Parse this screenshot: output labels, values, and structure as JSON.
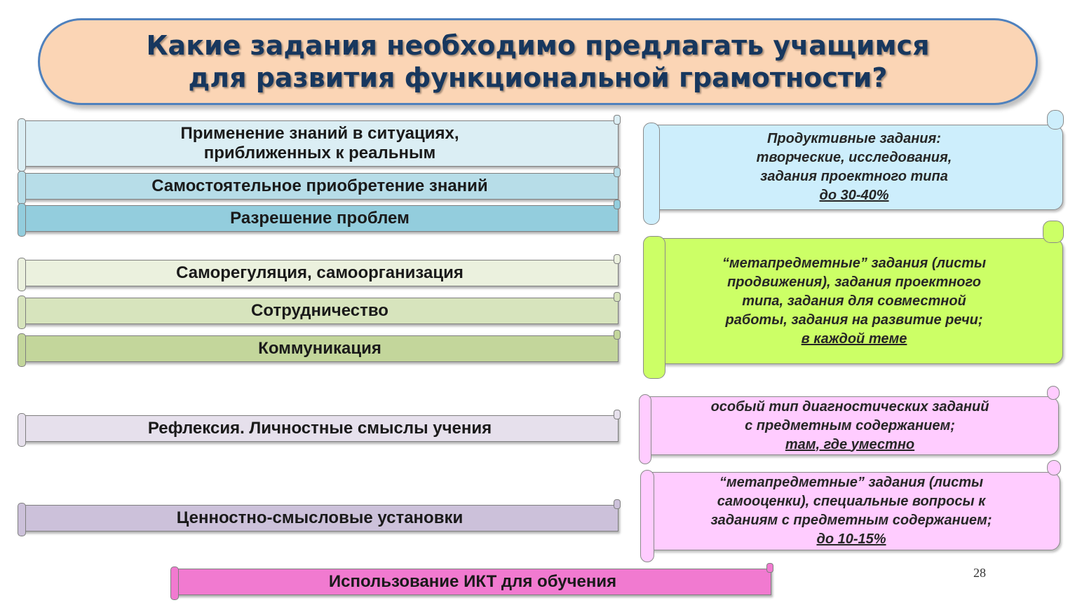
{
  "title": {
    "line1": "Какие задания необходимо предлагать учащимся",
    "line2": "для развития функциональной грамотности?"
  },
  "left_bars": [
    {
      "lines": [
        "Применение знаний в ситуациях,",
        "приближенных к реальным"
      ],
      "color": "#dbeef4"
    },
    {
      "lines": [
        "Самостоятельное приобретение знаний"
      ],
      "color": "#b7dde8"
    },
    {
      "lines": [
        "Разрешение проблем"
      ],
      "color": "#93cddd"
    },
    {
      "lines": [
        "Саморегуляция, самоорганизация"
      ],
      "color": "#ebf1de"
    },
    {
      "lines": [
        "Сотрудничество"
      ],
      "color": "#d7e4bd"
    },
    {
      "lines": [
        "Коммуникация"
      ],
      "color": "#c3d69b"
    },
    {
      "lines": [
        "Рефлексия. Личностные смыслы учения"
      ],
      "color": "#e6e0ec"
    },
    {
      "lines": [
        "Ценностно-смысловые установки"
      ],
      "color": "#ccc1da"
    }
  ],
  "bottom_bar": {
    "text": "Использование ИКТ для обучения",
    "color": "#f17ad0"
  },
  "right_scrolls": [
    {
      "lines": [
        "Продуктивные  задания:",
        "творческие,  исследования,",
        "задания проектного  типа"
      ],
      "underlined": "до 30-40% ",
      "color": "#cdeefc"
    },
    {
      "lines": [
        "“метапредметные”  задания  (листы",
        "продвижения),  задания  проектного",
        "типа, задания для совместной",
        "работы, задания на развитие  речи;"
      ],
      "underlined": "в каждой теме",
      "color": "#ccff66"
    },
    {
      "lines": [
        "особый тип  диагностических заданий",
        "с предметным  содержанием;"
      ],
      "underlined": "там,  где уместно",
      "color": "#ffccff"
    },
    {
      "lines": [
        "“метапредметные”  задания  (листы",
        "самооценки),  специальные  вопросы  к",
        "заданиям  с предметным  содержанием;"
      ],
      "underlined": "до 10-15%",
      "color": "#ffccff"
    }
  ],
  "page_number": "28"
}
